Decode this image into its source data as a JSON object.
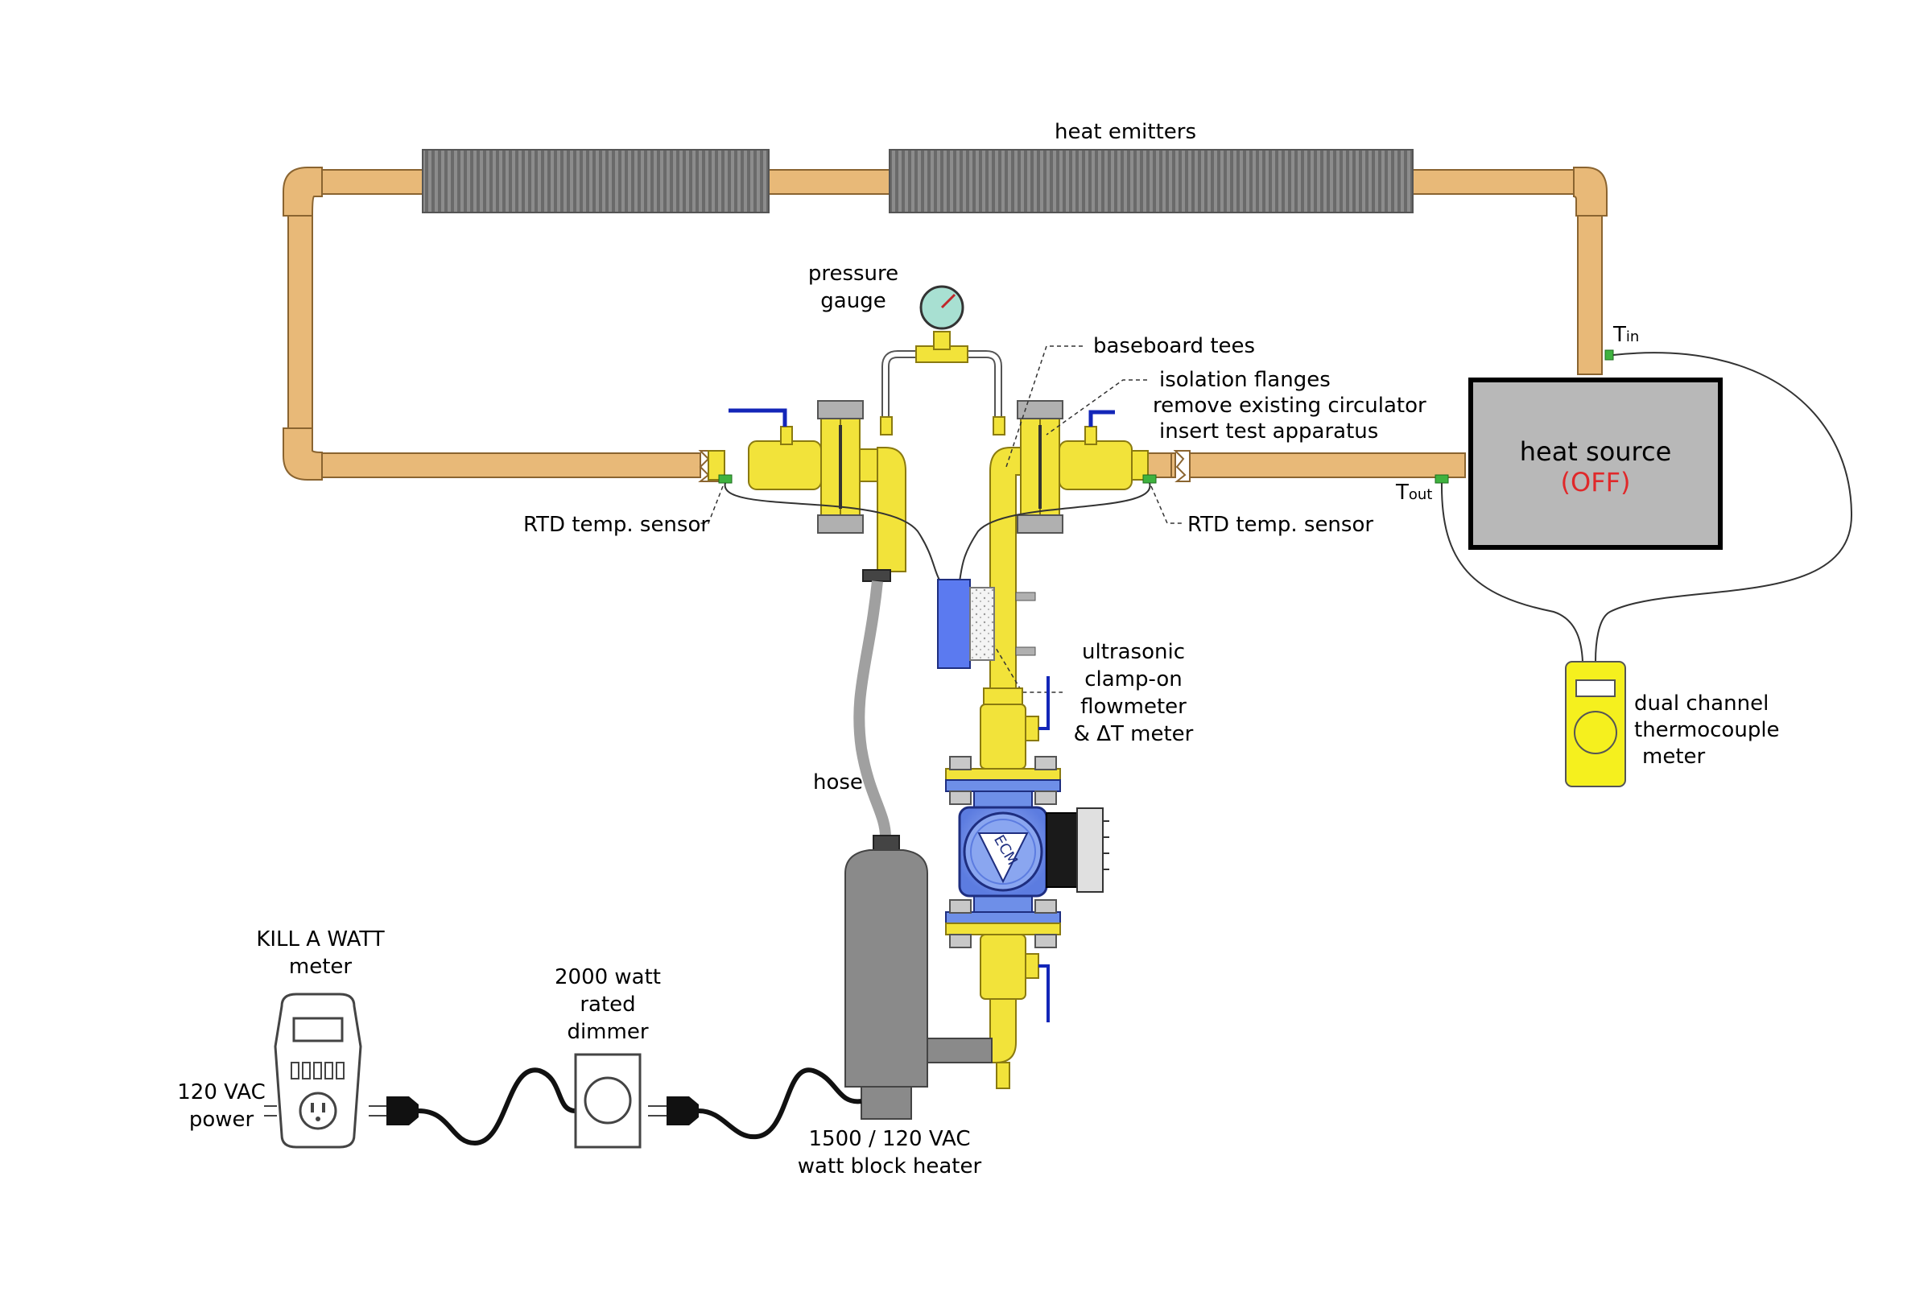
{
  "labels": {
    "heat_emitters": "heat emitters",
    "pressure_gauge_line1": "pressure",
    "pressure_gauge_line2": "gauge",
    "baseboard_tees": "baseboard tees",
    "isolation_flanges": "isolation flanges",
    "remove_circulator": "remove existing circulator",
    "insert_apparatus": "insert test apparatus",
    "rtd_left": "RTD temp. sensor",
    "rtd_right": "RTD temp. sensor",
    "heat_source": "heat source",
    "heat_source_state": "(OFF)",
    "t_in_main": "T",
    "t_in_sub": "in",
    "t_out_main": "T",
    "t_out_sub": "out",
    "flowmeter_line1": "ultrasonic",
    "flowmeter_line2": "clamp-on",
    "flowmeter_line3": "flowmeter",
    "flowmeter_line4": "& ΔT meter",
    "thermo_line1": "dual channel",
    "thermo_line2": "thermocouple",
    "thermo_line3": "meter",
    "hose": "hose",
    "pump_badge": "ECM",
    "killawatt_line1": "KILL A WATT",
    "killawatt_line2": "meter",
    "power_line1": "120 VAC",
    "power_line2": "power",
    "dimmer_line1": "2000 watt",
    "dimmer_line2": "rated",
    "dimmer_line3": "dimmer",
    "heater_line1": "1500 / 120 VAC",
    "heater_line2": "watt block heater"
  },
  "colors": {
    "copper_pipe": "#E8B978",
    "brass": "#F2E33A",
    "pump_blue": "#6E8FE8",
    "heater_gray": "#8A8A8A",
    "off_text": "#E0282A",
    "sensor_green": "#3FB23F",
    "valve_handle": "#1326B8",
    "flowmeter_blue": "#5B7AF0",
    "thermo_meter": "#F5F01E"
  }
}
